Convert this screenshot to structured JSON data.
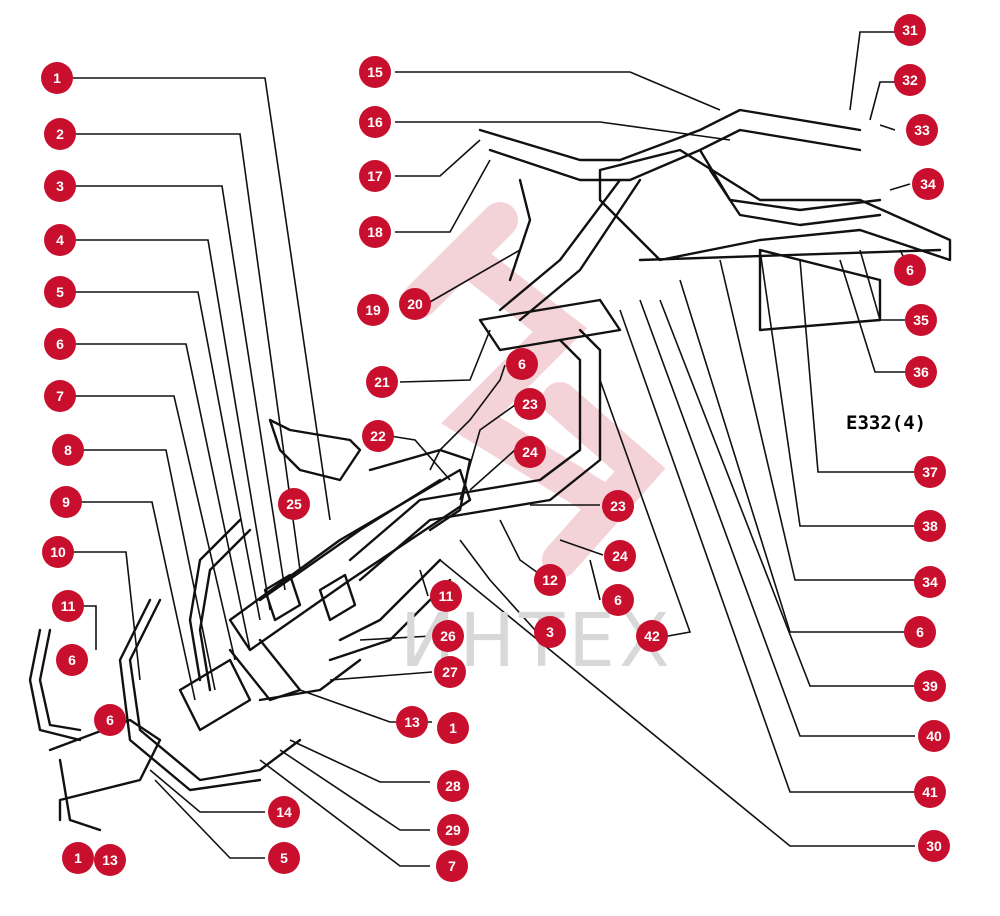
{
  "diagram": {
    "drawing_code": "E332(4)",
    "watermark": "ИНТЕХ",
    "accent_color": "#c8102e",
    "callouts": [
      "1",
      "2",
      "3",
      "4",
      "5",
      "6",
      "7",
      "8",
      "9",
      "10",
      "11",
      "6",
      "6",
      "1",
      "13",
      "15",
      "16",
      "17",
      "18",
      "19",
      "20",
      "21",
      "22",
      "25",
      "6",
      "23",
      "24",
      "23",
      "24",
      "12",
      "6",
      "11",
      "3",
      "26",
      "27",
      "13",
      "1",
      "14",
      "5",
      "28",
      "29",
      "7",
      "31",
      "32",
      "33",
      "34",
      "6",
      "35",
      "36",
      "37",
      "38",
      "34",
      "6",
      "39",
      "40",
      "41",
      "30",
      "42"
    ]
  }
}
